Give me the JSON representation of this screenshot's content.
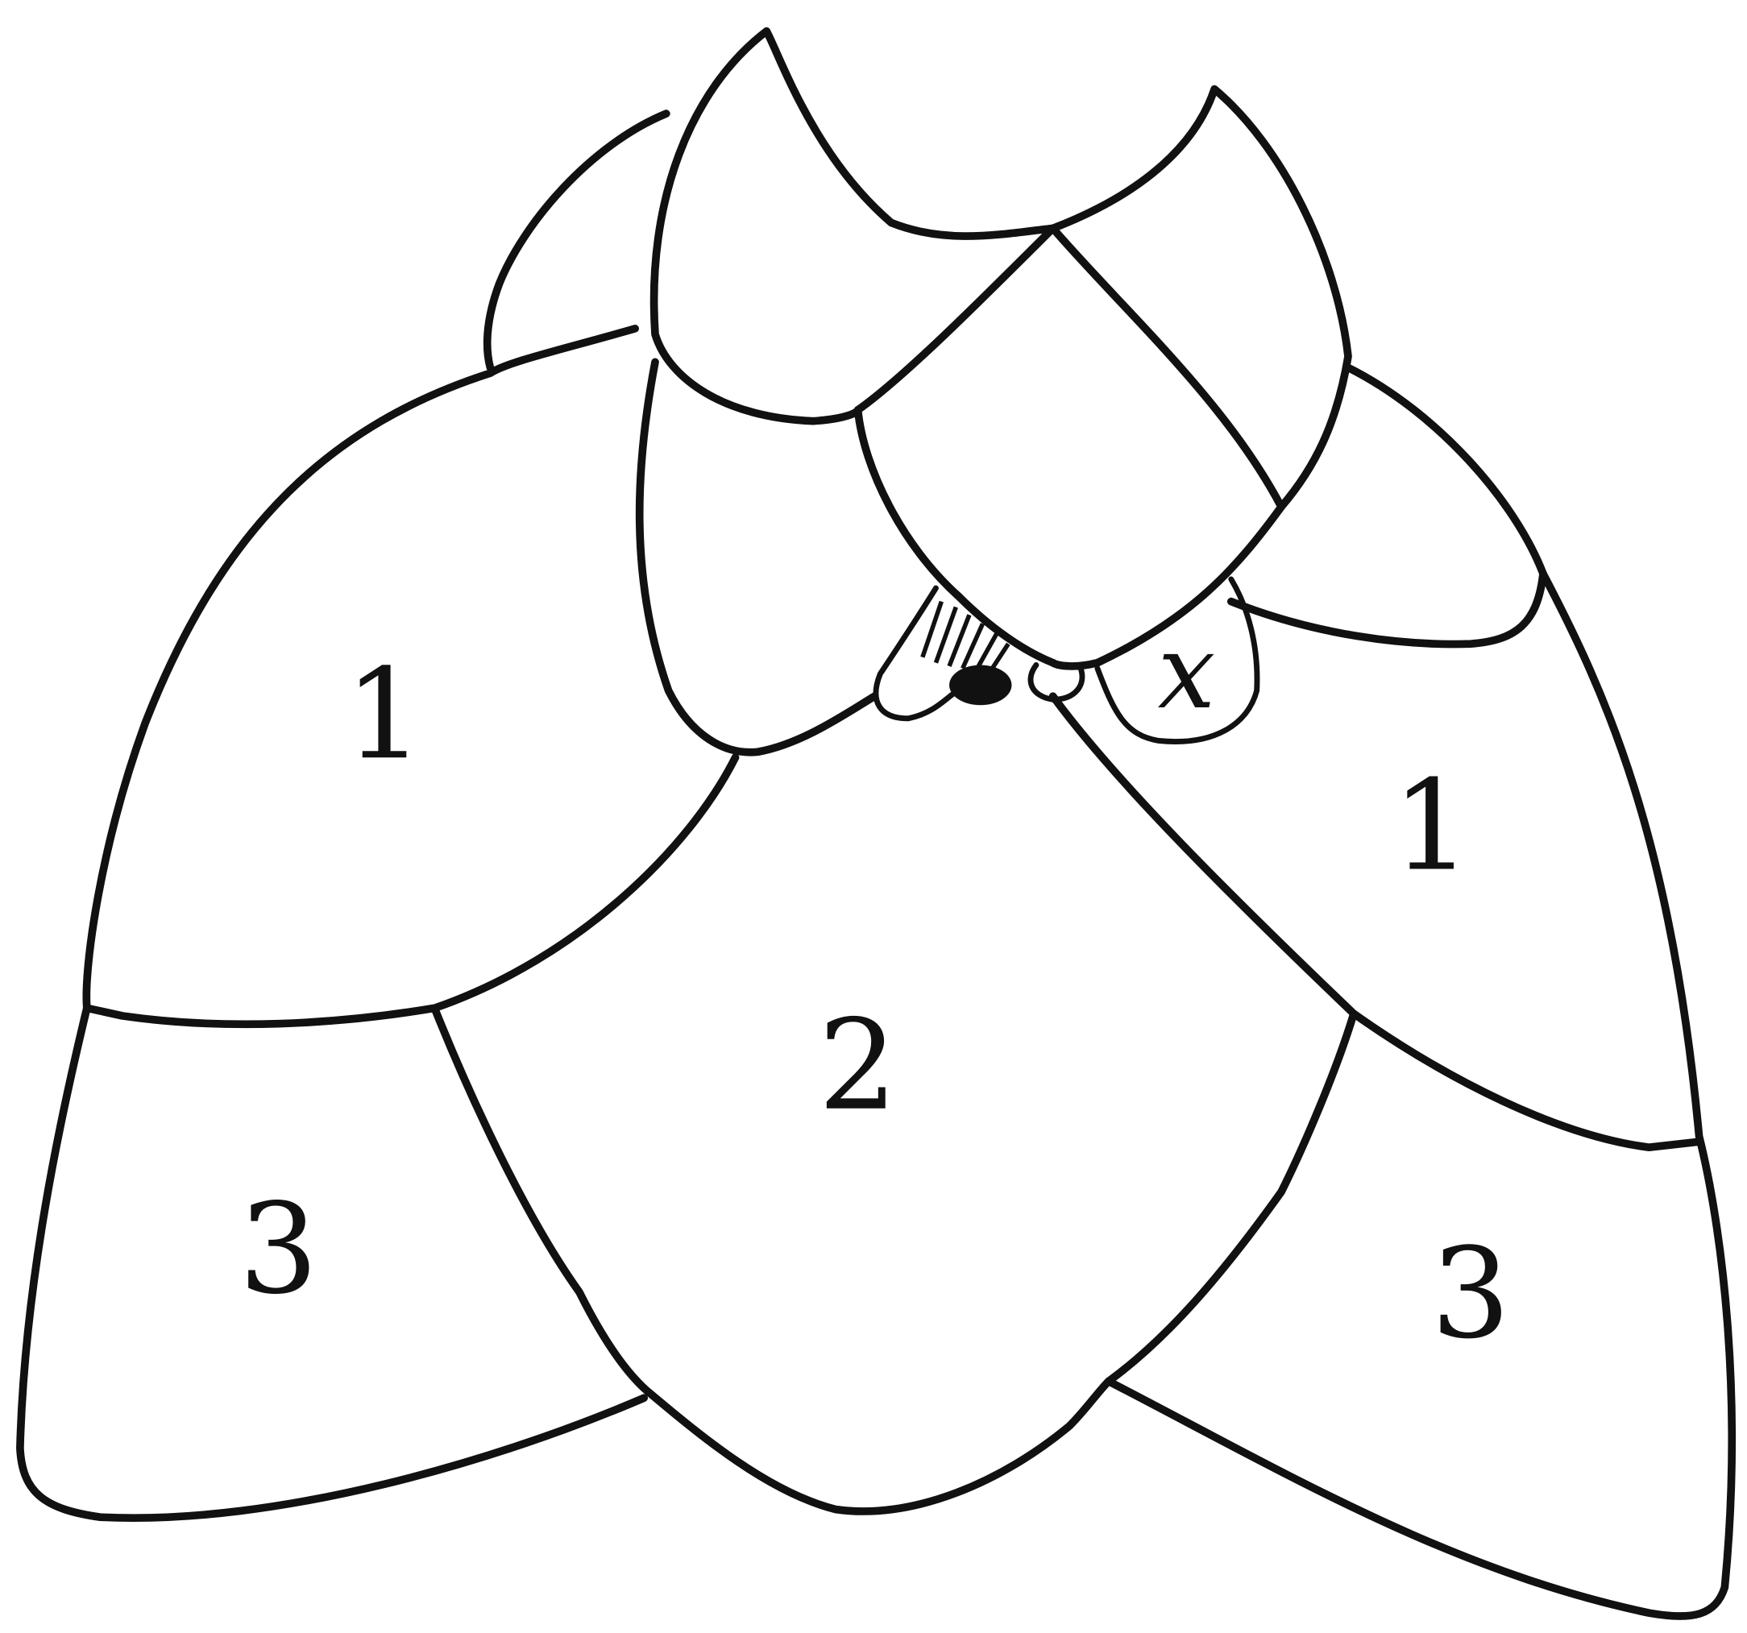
{
  "figure": {
    "line_color": "#111111",
    "background_color": "#ffffff",
    "labels": {
      "plate_1_left": "1",
      "plate_1_right": "1",
      "plate_2": "2",
      "plate_3_left": "3",
      "plate_3_right": "3",
      "plate_x": "x"
    }
  }
}
